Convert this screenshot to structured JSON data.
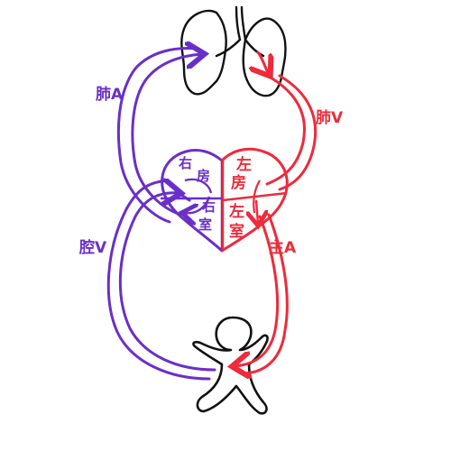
{
  "colors": {
    "venous": "#6a2fc8",
    "arterial": "#ee2a3b",
    "outline": "#111111"
  },
  "labels": {
    "pulmonary_artery": "肺A",
    "pulmonary_vein": "肺V",
    "vena_cava": "腔V",
    "aorta": "主A",
    "right_atrium": [
      "右",
      "房"
    ],
    "left_atrium": [
      "左",
      "房"
    ],
    "right_ventricle": [
      "右",
      "室"
    ],
    "left_ventricle": [
      "左",
      "室"
    ]
  },
  "icons": {
    "lungs": "lungs-icon",
    "heart": "heart-icon",
    "body": "human-body-icon"
  }
}
